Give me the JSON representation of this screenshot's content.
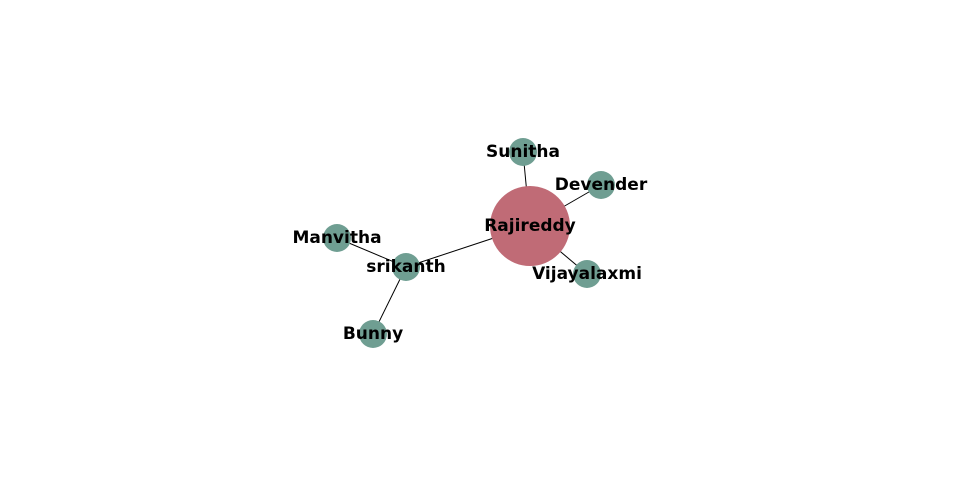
{
  "graph": {
    "colors": {
      "hub": "#c06b76",
      "leaf": "#6f9e92",
      "edge": "#000000"
    },
    "nodes": [
      {
        "id": "Rajireddy",
        "label": "Rajireddy",
        "type": "hub"
      },
      {
        "id": "Sunitha",
        "label": "Sunitha",
        "type": "leaf"
      },
      {
        "id": "Devender",
        "label": "Devender",
        "type": "leaf"
      },
      {
        "id": "Vijayalaxmi",
        "label": "Vijayalaxmi",
        "type": "leaf"
      },
      {
        "id": "srikanth",
        "label": "srikanth",
        "type": "leaf"
      },
      {
        "id": "Manvitha",
        "label": "Manvitha",
        "type": "leaf"
      },
      {
        "id": "Bunny",
        "label": "Bunny",
        "type": "leaf"
      }
    ],
    "edges": [
      [
        "Rajireddy",
        "Sunitha"
      ],
      [
        "Rajireddy",
        "Devender"
      ],
      [
        "Rajireddy",
        "Vijayalaxmi"
      ],
      [
        "Rajireddy",
        "srikanth"
      ],
      [
        "srikanth",
        "Manvitha"
      ],
      [
        "srikanth",
        "Bunny"
      ]
    ]
  }
}
